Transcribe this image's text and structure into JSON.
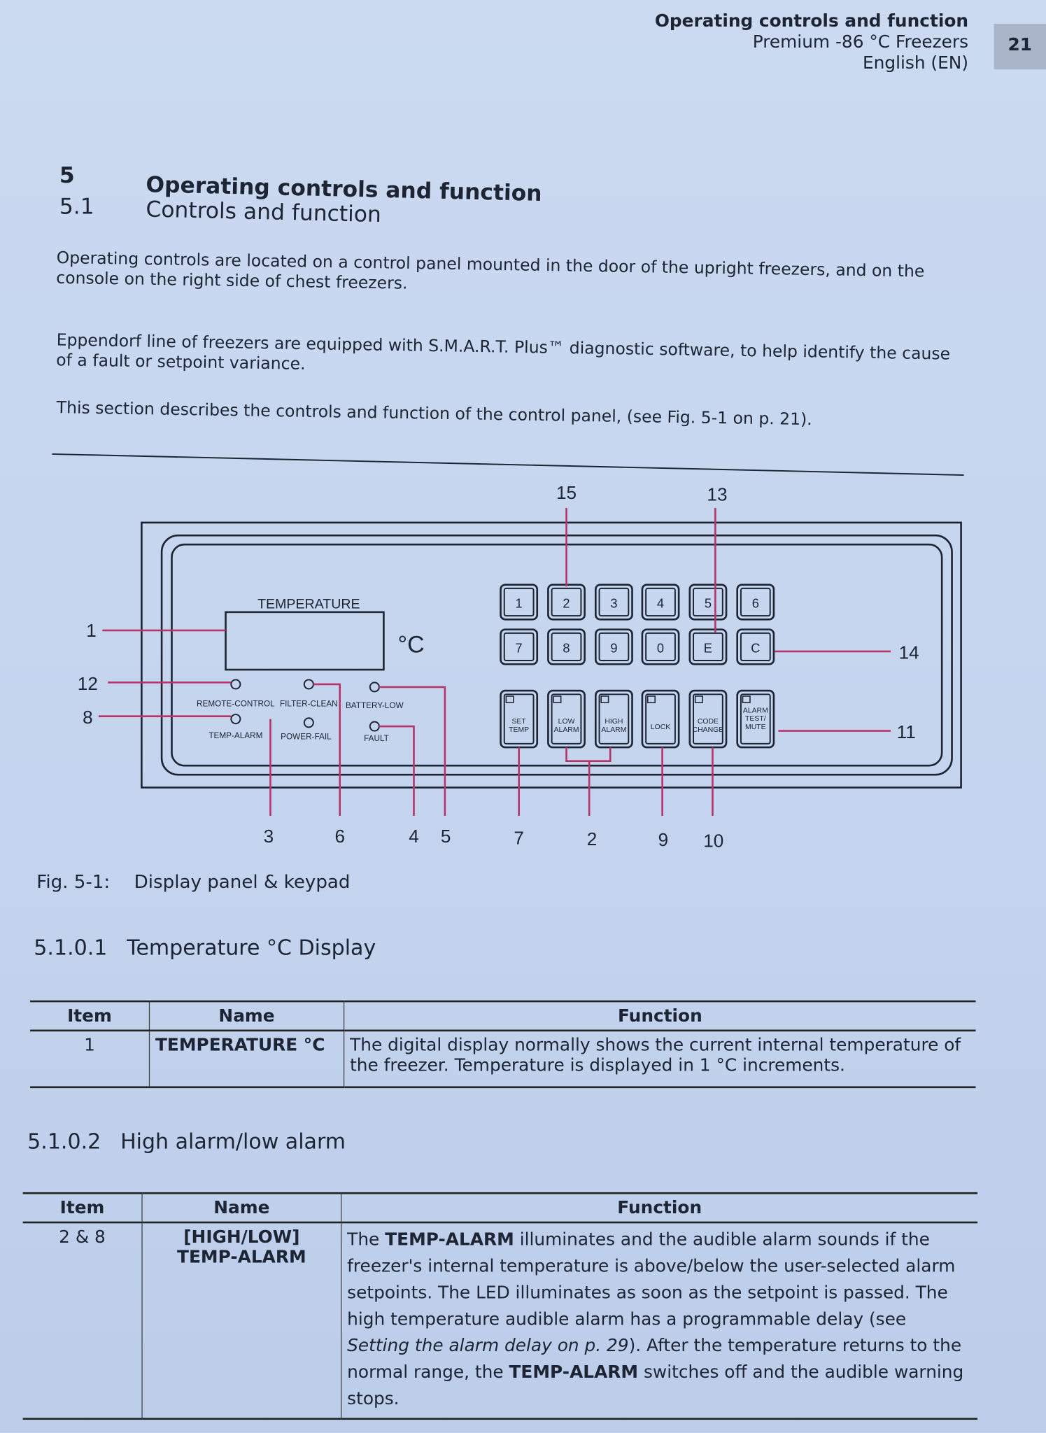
{
  "header": {
    "section": "Operating controls and function",
    "product": "Premium -86 °C Freezers",
    "language": "English (EN)",
    "page_number": "21"
  },
  "chapter": {
    "number": "5",
    "title": "Operating controls and function",
    "sub_number": "5.1",
    "sub_title": "Controls and function"
  },
  "paragraphs": [
    "Operating controls are located on a control panel mounted in the door of the upright freezers, and on the console on the right side of chest freezers.",
    "Eppendorf line of freezers are equipped with S.M.A.R.T. Plus™ diagnostic software, to help identify the cause of a fault or setpoint variance.",
    "This section describes the controls and function of the control panel, (see Fig. 5-1 on p. 21)."
  ],
  "figure": {
    "display_label": "TEMPERATURE",
    "unit": "°C",
    "leds": [
      "REMOTE-CONTROL",
      "FILTER-CLEAN",
      "BATTERY-LOW",
      "TEMP-ALARM",
      "POWER-FAIL",
      "FAULT"
    ],
    "keys_row1": [
      "1",
      "2",
      "3",
      "4",
      "5",
      "6"
    ],
    "keys_row2": [
      "7",
      "8",
      "9",
      "0",
      "E",
      "C"
    ],
    "func_keys": [
      [
        "SET",
        "TEMP"
      ],
      [
        "LOW",
        "ALARM"
      ],
      [
        "HIGH",
        "ALARM"
      ],
      [
        "LOCK",
        ""
      ],
      [
        "CODE",
        "CHANGE"
      ],
      [
        "ALARM",
        "TEST/",
        "MUTE"
      ]
    ],
    "callouts": {
      "c1": "1",
      "c12": "12",
      "c8": "8",
      "c15": "15",
      "c13": "13",
      "c14": "14",
      "c11": "11",
      "b3": "3",
      "b6": "6",
      "b4": "4",
      "b5": "5",
      "b7": "7",
      "b2": "2",
      "b9": "9",
      "b10": "10"
    },
    "caption_num": "Fig. 5-1:",
    "caption": "Display panel & keypad"
  },
  "section1": {
    "heading_num": "5.1.0.1",
    "heading": "Temperature °C Display",
    "columns": [
      "Item",
      "Name",
      "Function"
    ],
    "rows": [
      {
        "item": "1",
        "name": "TEMPERATURE °C",
        "function": "The digital display normally shows the current internal temperature of the freezer. Temperature is displayed in 1 °C increments."
      }
    ]
  },
  "section2": {
    "heading_num": "5.1.0.2",
    "heading": "High alarm/low alarm",
    "columns": [
      "Item",
      "Name",
      "Function"
    ],
    "rows": [
      {
        "item": "2 & 8",
        "name1": "[HIGH/LOW]",
        "name2": "TEMP-ALARM",
        "f1": "The ",
        "f2": "TEMP-ALARM",
        "f3": " illuminates and the audible alarm sounds if the freezer's internal temperature is above/below the user-selected alarm setpoints. The LED illuminates as soon as the setpoint is passed. The high temperature audible alarm has a programmable delay (see ",
        "f4": "Setting the alarm delay on p. 29",
        "f5": "). After the temperature returns to the normal range, the ",
        "f6": "TEMP-ALARM",
        "f7": " switches off and the audible warning stops."
      }
    ]
  }
}
